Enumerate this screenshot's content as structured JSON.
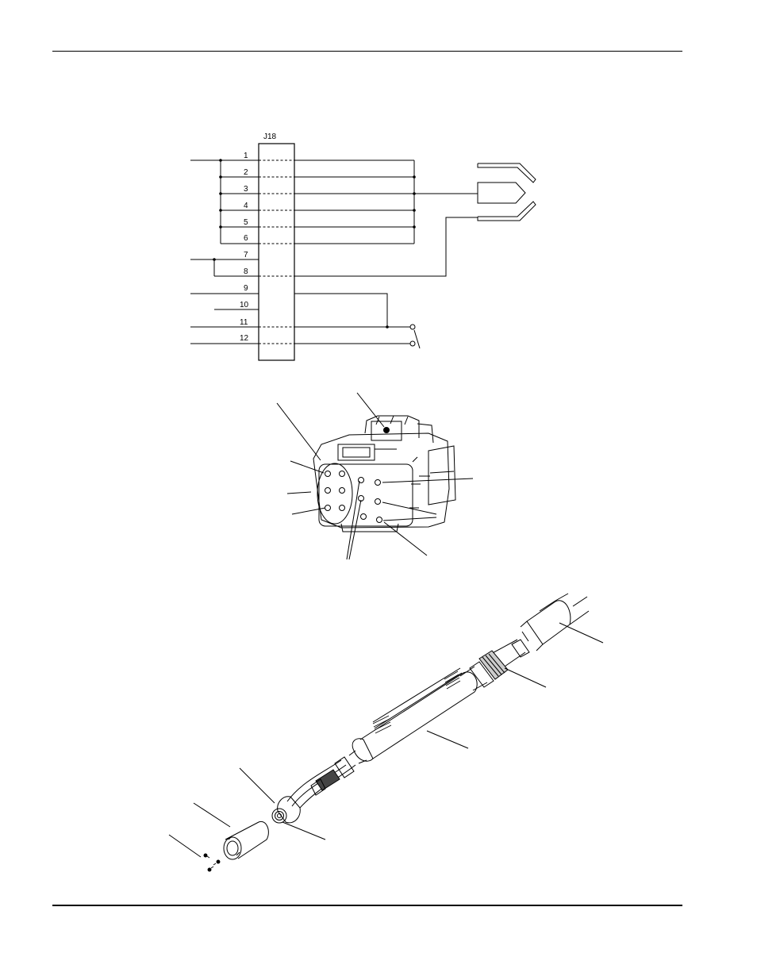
{
  "connector": {
    "label": "J18",
    "pins": [
      "1",
      "2",
      "3",
      "4",
      "5",
      "6",
      "7",
      "8",
      "9",
      "10",
      "11",
      "12"
    ]
  }
}
